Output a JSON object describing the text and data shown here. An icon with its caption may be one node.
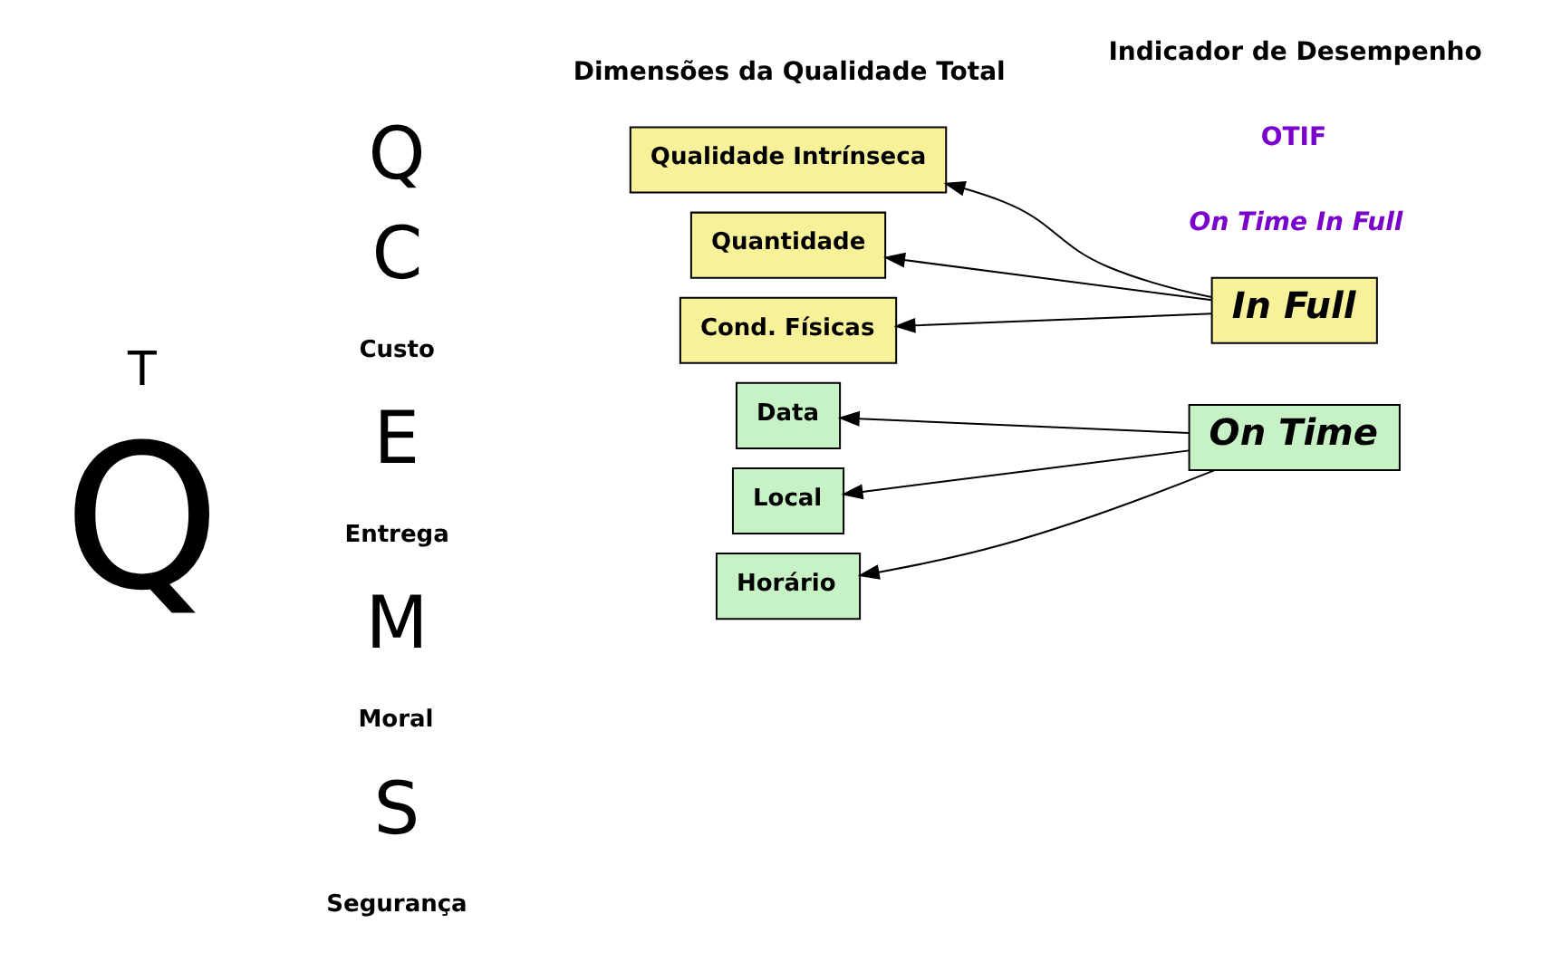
{
  "diagram": {
    "nodes": [
      {
        "text": [
          "Qualidade Intrínseca"
        ]
      },
      {
        "text": [
          "Quantidade"
        ]
      },
      {
        "text": [
          "Cond. Físicas"
        ]
      },
      {
        "text": [
          "Data"
        ]
      },
      {
        "text": [
          "Local"
        ]
      },
      {
        "text": [
          "Horário"
        ]
      },
      {
        "text": [
          "In Full"
        ]
      },
      {
        "text": [
          "On Time"
        ]
      }
    ],
    "edges": [
      {
        "from": 6,
        "to": 0,
        "arrow": "to"
      },
      {
        "from": 6,
        "to": 1,
        "arrow": "to"
      },
      {
        "from": 6,
        "to": 2,
        "arrow": "to"
      },
      {
        "from": 7,
        "to": 3,
        "arrow": "to"
      },
      {
        "from": 7,
        "to": 4,
        "arrow": "to"
      },
      {
        "from": 7,
        "to": 5,
        "arrow": "to"
      }
    ],
    "labels": [
      "Dimensões da Qualidade Total",
      "Indicador de Desempenho",
      "OTIF",
      "On Time In Full",
      "Q",
      "T",
      "Q",
      "C",
      "Custo",
      "E",
      "Entrega",
      "M",
      "Moral",
      "S",
      "Segurança"
    ]
  }
}
